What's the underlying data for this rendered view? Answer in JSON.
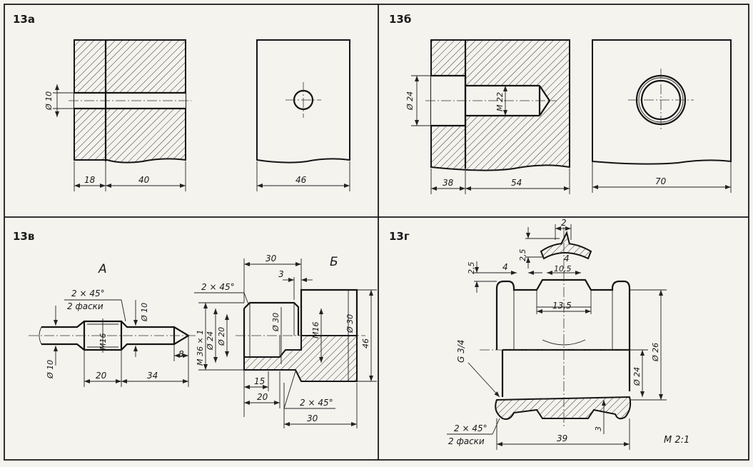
{
  "panels": {
    "p13a": {
      "title": "13а",
      "dims": {
        "d10": "Ø 10",
        "l18": "18",
        "l40": "40",
        "l46": "46"
      }
    },
    "p13b": {
      "title": "13б",
      "dims": {
        "d24": "Ø 24",
        "m22": "М 22",
        "l38": "38",
        "l54": "54",
        "l70": "70"
      }
    },
    "p13v": {
      "title": "13в",
      "view_a": "А",
      "view_b": "Б",
      "dims": {
        "chamf_a": "2 × 45°",
        "chamf_a2": "2 фаски",
        "d10_top": "Ø 10",
        "m16_a": "М16",
        "d10_bot": "Ø 10",
        "l20_a": "20",
        "l34": "34",
        "l8": "8",
        "l30_top": "30",
        "l3": "3",
        "chamf_b": "2 × 45°",
        "m36": "М 36 × 1",
        "d24": "Ø 24",
        "d20": "Ø 20",
        "d30_in": "Ø 30",
        "m16_b": "М16",
        "d30_out": "Ø 30",
        "l46": "46",
        "l15": "15",
        "l20_b": "20",
        "chamf_b2": "2 × 45°",
        "l30_bot": "30"
      }
    },
    "p13g": {
      "title": "13г",
      "dims": {
        "w2": "2",
        "h25a": "2,5",
        "h25b": "2,5",
        "w4a": "4",
        "w4b": "4",
        "w105": "10,5",
        "w135": "13,5",
        "thread": "G 3/4",
        "d26": "Ø 26",
        "d24": "Ø 24",
        "w3": "3",
        "chamf": "2 × 45°",
        "chamf2": "2 фаски",
        "w39": "39",
        "scale": "М 2:1"
      }
    }
  }
}
